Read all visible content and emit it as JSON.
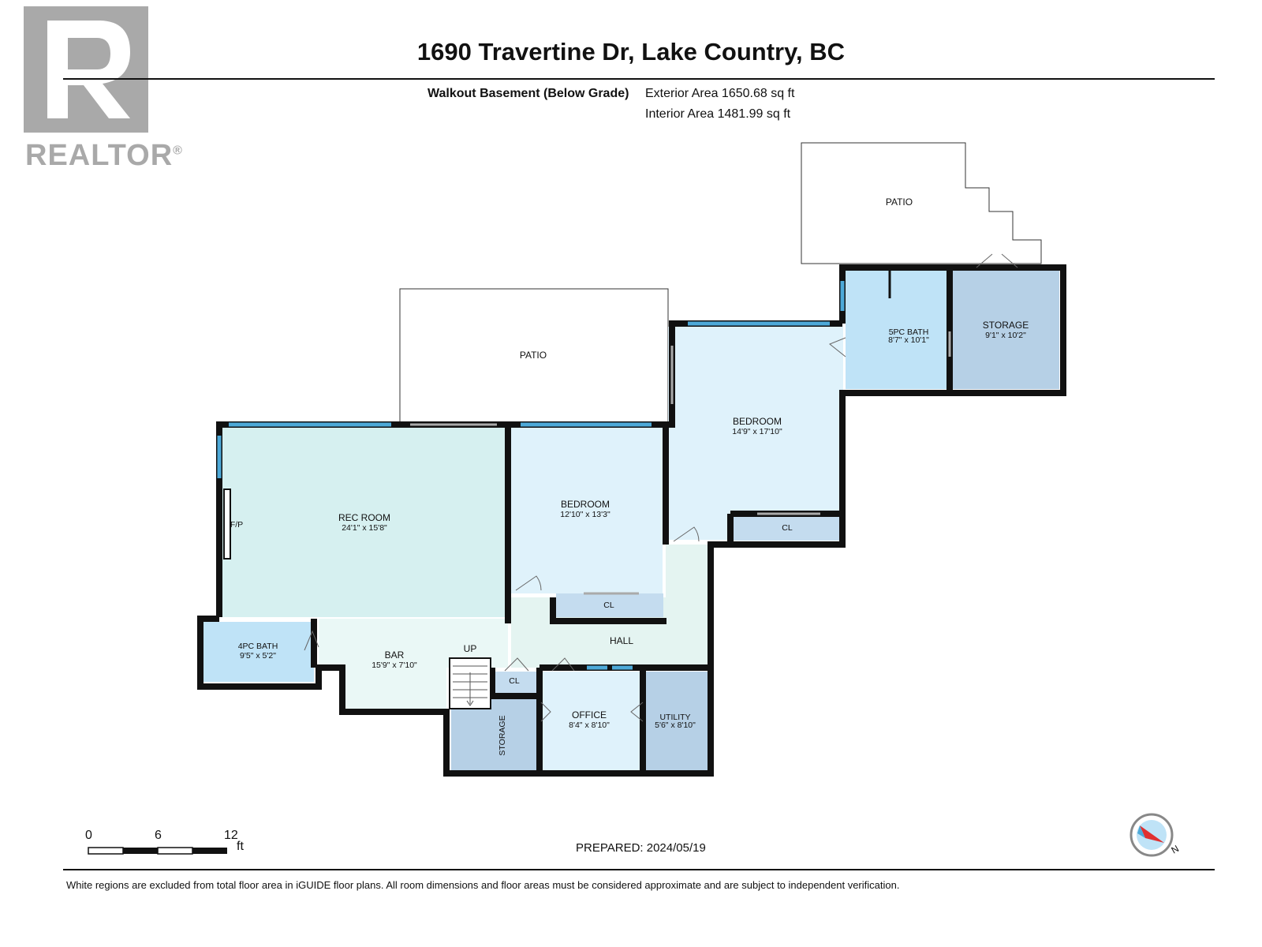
{
  "header": {
    "title": "1690 Travertine Dr, Lake Country, BC",
    "floor_name": "Walkout Basement (Below Grade)",
    "exterior_area": "Exterior Area 1650.68 sq ft",
    "interior_area": "Interior Area 1481.99 sq ft"
  },
  "logo": {
    "text": "REALTOR",
    "mark": "®"
  },
  "rooms": {
    "patio_top": {
      "label": "PATIO"
    },
    "patio_mid": {
      "label": "PATIO"
    },
    "bath5": {
      "label": "5PC BATH",
      "dim": "8'7\" x 10'1\""
    },
    "storage_top": {
      "label": "STORAGE",
      "dim": "9'1\" x 10'2\""
    },
    "bedroom_right": {
      "label": "BEDROOM",
      "dim": "14'9\" x 17'10\""
    },
    "bedroom_mid": {
      "label": "BEDROOM",
      "dim": "12'10\" x 13'3\""
    },
    "rec_room": {
      "label": "REC ROOM",
      "dim": "24'1\" x 15'8\""
    },
    "fp": {
      "label": "F/P"
    },
    "cl_right": {
      "label": "CL"
    },
    "cl_mid": {
      "label": "CL"
    },
    "cl_small": {
      "label": "CL"
    },
    "hall": {
      "label": "HALL"
    },
    "bath4": {
      "label": "4PC BATH",
      "dim": "9'5\" x 5'2\""
    },
    "bar": {
      "label": "BAR",
      "dim": "15'9\" x 7'10\""
    },
    "up": {
      "label": "UP"
    },
    "office": {
      "label": "OFFICE",
      "dim": "8'4\" x 8'10\""
    },
    "utility": {
      "label": "UTILITY",
      "dim": "5'6\" x 8'10\""
    },
    "storage_bottom": {
      "label": "STORAGE"
    }
  },
  "scale": {
    "ticks": [
      "0",
      "6",
      "12"
    ],
    "unit": "ft"
  },
  "compass": {
    "direction": "N"
  },
  "prepared": "PREPARED: 2024/05/19",
  "footnote": "White regions are excluded from total floor area in iGUIDE floor plans. All room dimensions and floor areas must be considered approximate and are subject to independent verification.",
  "colors": {
    "rec": "#d6f0f0",
    "bedroom": "#dff2fb",
    "bath": "#bfe3f7",
    "storage": "#b6d0e6",
    "closet": "#c4dcef",
    "hall": "#e4f4f1",
    "bar": "#eaf8f6",
    "window": "#4da9d8",
    "wall": "#111111"
  }
}
